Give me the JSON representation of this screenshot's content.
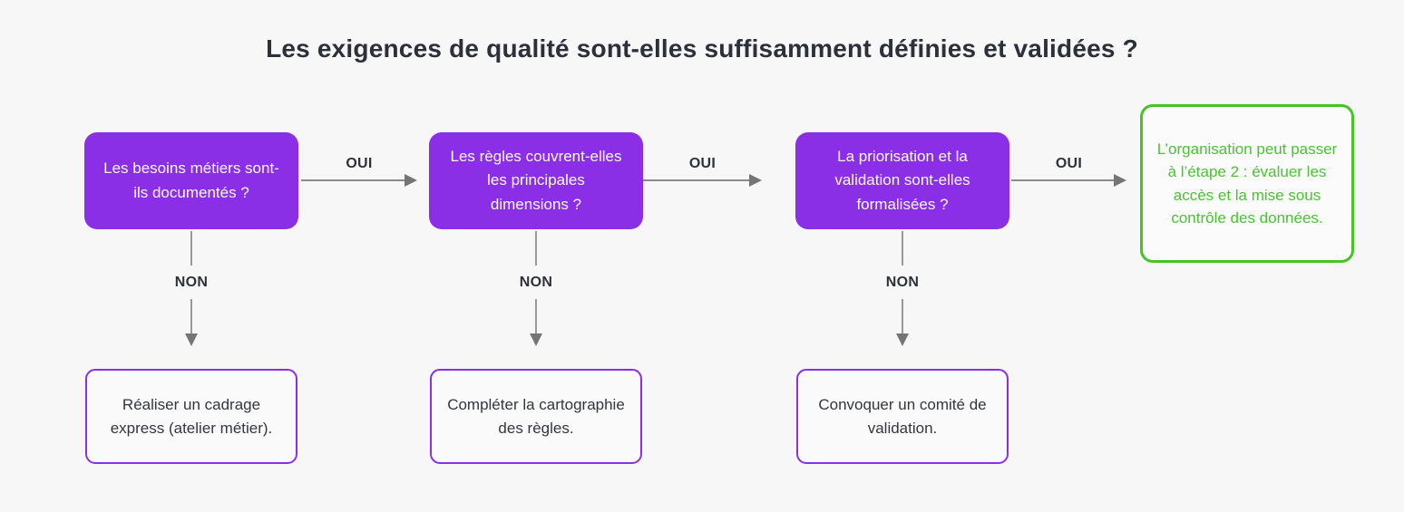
{
  "title": "Les exigences de qualité sont-elles suffisamment définies et validées ?",
  "colors": {
    "background": "#F7F7F8",
    "decision_fill": "#8B2FE6",
    "decision_text": "#FBF9FE",
    "action_border": "#8B2FE6",
    "action_fill": "#FAFAFB",
    "outcome_green": "#47C227",
    "arrow_gray": "#8A8A8A",
    "label_dark": "#2D3138"
  },
  "flow": {
    "columns": [
      {
        "question": "Les besoins métiers sont-ils documentés ?",
        "yes_label": "OUI",
        "no_label": "NON",
        "action": "Réaliser un cadrage express (atelier métier)."
      },
      {
        "question": "Les règles couvrent-elles les principales dimensions ?",
        "yes_label": "OUI",
        "no_label": "NON",
        "action": "Compléter la cartographie des règles."
      },
      {
        "question": "La priorisation et la validation sont-elles formalisées ?",
        "yes_label": "OUI",
        "no_label": "NON",
        "action": "Convoquer un comité de validation."
      }
    ],
    "outcome": "L’organisation peut passer à l’étape 2 : évaluer les accès et la mise sous contrôle des données."
  }
}
